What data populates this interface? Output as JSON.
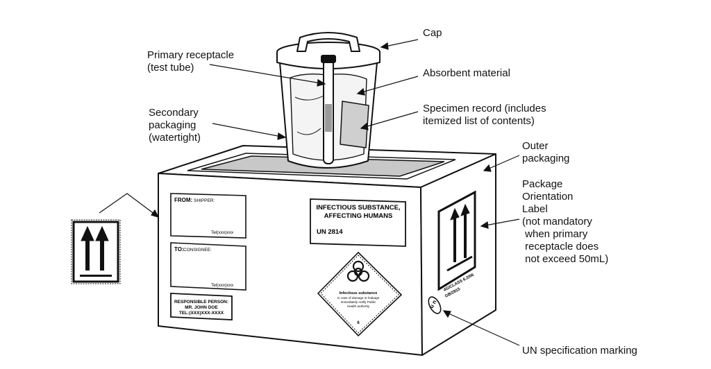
{
  "callouts": {
    "cap": "Cap",
    "primary_receptacle": "Primary receptacle\n(test tube)",
    "absorbent_material": "Absorbent material",
    "secondary_packaging": "Secondary\npackaging\n(watertight)",
    "specimen_record": "Specimen record (includes\nitemized list of contents)",
    "outer_packaging": "Outer\npackaging",
    "orientation_label": "Package\nOrientation\nLabel\n(not mandatory\n when primary\n receptacle does\n not exceed 50mL)",
    "un_spec_marking": "UN specification marking"
  },
  "box_labels": {
    "from_label": "FROM:",
    "from_sub": "SHIPPER:",
    "from_tel": "Tel(xxx)xxx",
    "to_label": "TO:",
    "to_sub": "CONSIGNEE:",
    "to_tel": "Tel(xxx)xxx",
    "responsible_line1": "RESPONSIBLE PERSON:",
    "responsible_line2": "MR. JOHN DOE",
    "responsible_line3": "TEL:(XXX)XXX-XXXX",
    "infectious_line1": "INFECTIOUS SUBSTANCE,",
    "infectious_line2": "AFFECTING HUMANS",
    "un_number": "UN 2814",
    "diamond_line1": "Infectious substance",
    "diamond_line2": "In case of damage or leakage",
    "diamond_line3": "immediately notify Public",
    "diamond_line4": "Health authority",
    "diamond_class": "6",
    "un_marking_line1": "4G/CLASS 6.2/06",
    "un_marking_line2": "GB/2815",
    "un_symbol": "u n"
  },
  "icons": [
    "this-way-up-arrows-icon",
    "biohazard-icon",
    "un-packaging-symbol-icon"
  ]
}
